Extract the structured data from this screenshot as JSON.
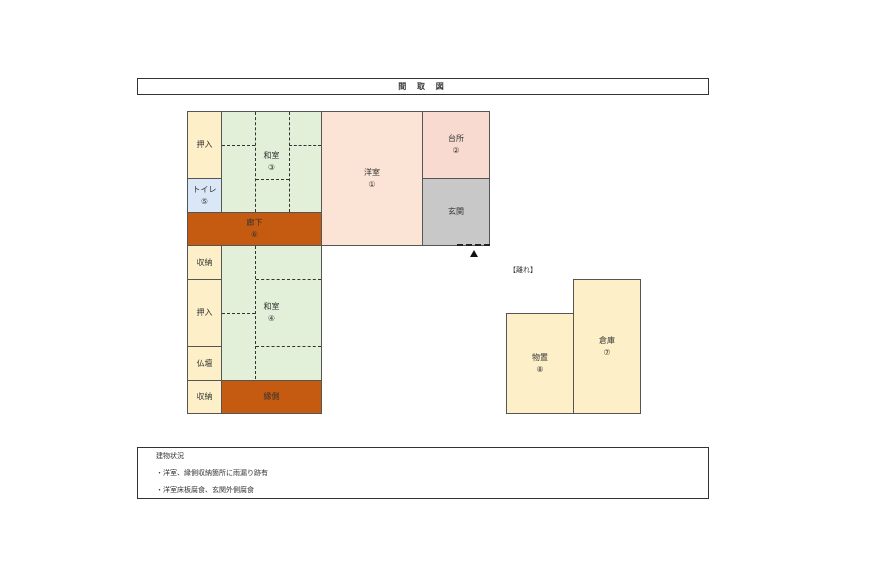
{
  "title": "間 取 図",
  "main_house": {
    "oshiire_top": "押入",
    "washitsu_3": {
      "name": "和室",
      "num": "③"
    },
    "yoshitsu_1": {
      "name": "洋室",
      "num": "①"
    },
    "daidokoro_2": {
      "name": "台所",
      "num": "②"
    },
    "genkan": "玄関",
    "toilet_5": {
      "name": "トイレ",
      "num": "⑤"
    },
    "rouka_6": {
      "name": "廊下",
      "num": "⑥"
    },
    "shuno_top": "収納",
    "oshiire_bottom": "押入",
    "washitsu_4": {
      "name": "和室",
      "num": "④"
    },
    "butsudan": "仏壇",
    "shuno_bottom": "収納",
    "engawa": "縁側"
  },
  "annex": {
    "label": "【離れ】",
    "monooki_8": {
      "name": "物置",
      "num": "⑧"
    },
    "souko_7": {
      "name": "倉庫",
      "num": "⑦"
    }
  },
  "building_status": {
    "heading": "建物状況",
    "items": [
      "・洋室、縁側収納箇所に雨漏り跡有",
      "・洋室床板腐食、玄関外側腐食"
    ]
  }
}
